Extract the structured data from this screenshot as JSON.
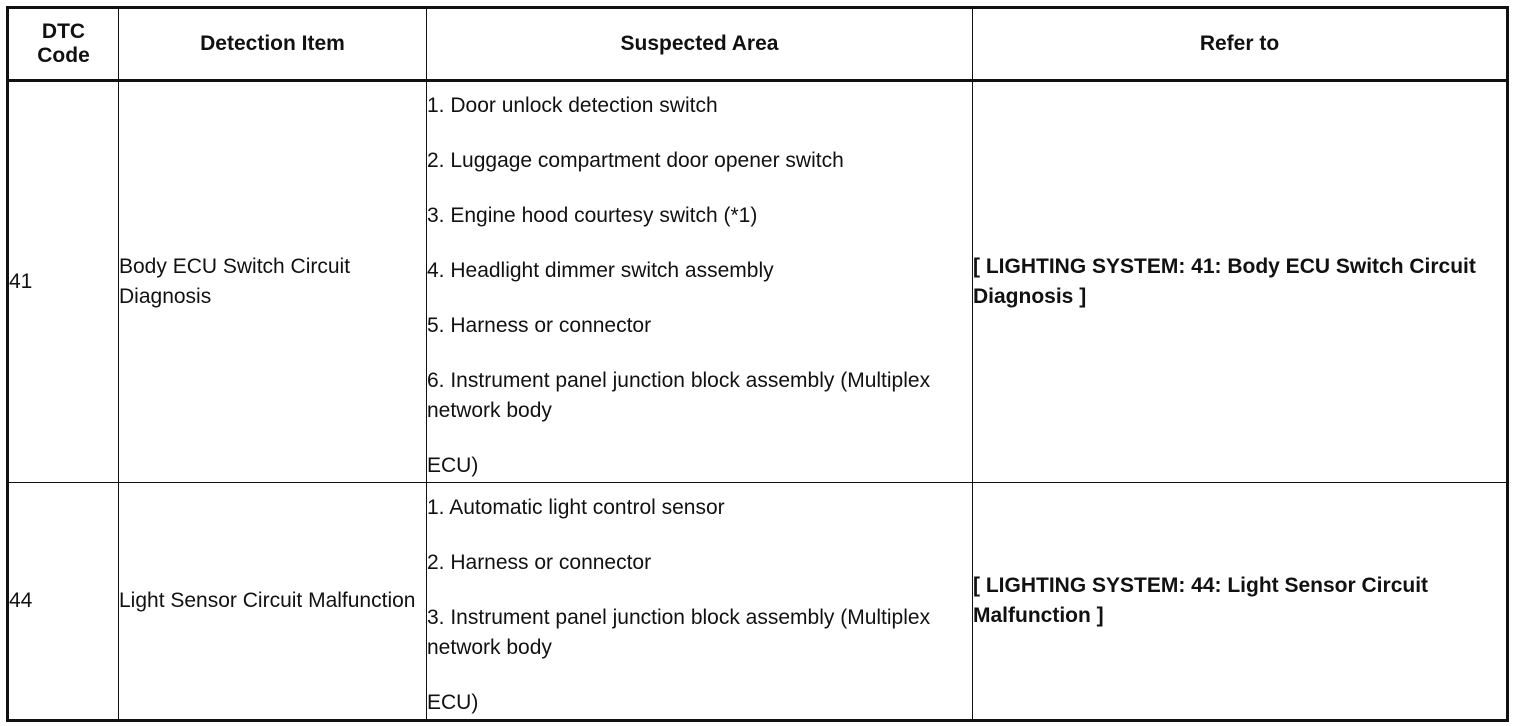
{
  "table": {
    "headers": {
      "code": "DTC Code",
      "detection_item": "Detection Item",
      "suspected_area": "Suspected Area",
      "refer_to": "Refer to"
    },
    "rows": [
      {
        "code": "41",
        "detection_item": "Body ECU Switch Circuit Diagnosis",
        "suspected_area": [
          "1. Door unlock detection switch",
          "2. Luggage compartment door opener switch",
          "3. Engine hood courtesy switch (*1)",
          "4. Headlight dimmer switch assembly",
          "5. Harness or connector",
          "6. Instrument panel junction block assembly (Multiplex network body"
        ],
        "suspected_area_tail": "ECU)",
        "refer_to": "[ LIGHTING SYSTEM: 41: Body ECU Switch Circuit Diagnosis ]"
      },
      {
        "code": "44",
        "detection_item": "Light Sensor Circuit Malfunction",
        "suspected_area": [
          "1. Automatic light control sensor",
          "2. Harness or connector",
          "3. Instrument panel junction block assembly (Multiplex network body"
        ],
        "suspected_area_tail": "ECU)",
        "refer_to": "[ LIGHTING SYSTEM: 44: Light Sensor Circuit Malfunction ]"
      }
    ]
  }
}
